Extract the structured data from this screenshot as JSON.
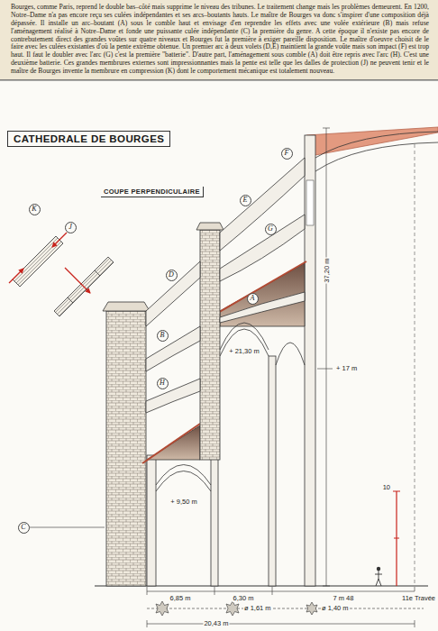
{
  "diagram": {
    "title": "CATHEDRALE DE BOURGES",
    "nodes": [
      {
        "text": [
          "K"
        ]
      },
      {
        "text": [
          "J"
        ]
      },
      {
        "text": [
          "F"
        ]
      },
      {
        "text": [
          "E"
        ]
      },
      {
        "text": [
          "D"
        ]
      },
      {
        "text": [
          "A"
        ]
      },
      {
        "text": [
          "B"
        ]
      },
      {
        "text": [
          "G"
        ]
      },
      {
        "text": [
          "H"
        ]
      },
      {
        "text": [
          "C"
        ]
      }
    ],
    "labels": [
      "Bourges, comme Paris, reprend le double bas–côté mais supprime le niveau des tribunes. Le traitement change mais les problèmes demeurent. En 1200, Notre–Dame n'a pas encore reçu ses culées indépendantes et ses arcs–boutants hauts. Le maître de Bourges va donc s'inspirer d'une composition déjà dépassée. Il installe un arc–boutant (A) sous le comble haut et envisage d'en reprendre les effets avec une volée extérieure (B) mais refuse l'aménagement réalisé à Notre–Dame et fonde une puissante culée indépendante (C) la première du genre. A cette époque il n'existe pas encore de contrebutement direct des grandes voûtes sur quatre niveaux et Bourges fut la première à exiger pareille disposition. Le maître d'oeuvre choisit de le faire avec les culées existantes d'où la pente extrême obtenue. Un premier arc à deux volets (D,E) maintient la grande voûte mais son impact (F) est trop haut. Il faut le doubler avec l'arc (G) c'est la première \"batterie\". D'autre part, l'aménagement sous comble (A) doit être repris avec l'arc (H). C'est une deuxième batterie. Ces grandes membrures externes sont impressionnantes mais la pente est telle que les dalles de protection (J) ne peuvent tenir et le maître de Bourges invente la membrure en compression (K) dont le comportement mécanique est totalement nouveau.",
      "COUPE PERPENDICULAIRE",
      "+ 21,30 m",
      "+ 17 m",
      "+ 9,50 m",
      "37,20 m",
      "6,85 m",
      "6,30 m",
      "7 m 48",
      "11e Travée",
      "ø 1,61 m",
      "ø 1,40 m",
      "20,43 m",
      "10"
    ]
  }
}
